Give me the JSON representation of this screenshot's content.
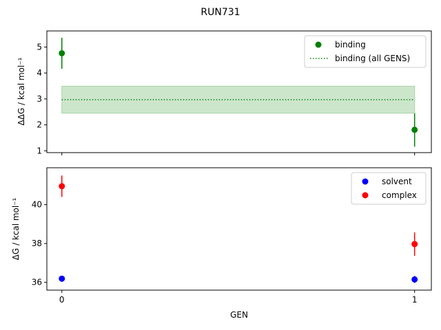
{
  "figure": {
    "title": "RUN731",
    "xlabel": "GEN",
    "xlim": [
      -0.0425,
      1.0475
    ],
    "xticks": [
      0,
      1
    ]
  },
  "chart_data": [
    {
      "type": "scatter",
      "ylabel": "ΔΔG / kcal mol⁻¹",
      "ylim": [
        0.93,
        5.62
      ],
      "yticks": [
        1,
        2,
        3,
        4,
        5
      ],
      "grid": false,
      "legend_position": "top-right",
      "series": [
        {
          "name": "binding",
          "kind": "points",
          "color": "#008000",
          "x": [
            0,
            1
          ],
          "y": [
            4.76,
            1.81
          ],
          "yerr": [
            0.6,
            0.65
          ]
        },
        {
          "name": "binding (all GENS)",
          "kind": "hline-dotted",
          "color": "#008000",
          "x_range": [
            0,
            1
          ],
          "y": 2.97,
          "band": [
            2.45,
            3.49
          ],
          "band_color": "#cce6cc"
        }
      ]
    },
    {
      "type": "scatter",
      "ylabel": "ΔG / kcal mol⁻¹",
      "ylim": [
        35.6,
        41.9
      ],
      "yticks": [
        36,
        38,
        40
      ],
      "grid": false,
      "legend_position": "top-right",
      "series": [
        {
          "name": "solvent",
          "kind": "points",
          "color": "#0000ff",
          "x": [
            0,
            1
          ],
          "y": [
            36.19,
            36.15
          ],
          "yerr": [
            0.15,
            0.18
          ]
        },
        {
          "name": "complex",
          "kind": "points",
          "color": "#ff0000",
          "x": [
            0,
            1
          ],
          "y": [
            40.95,
            37.97
          ],
          "yerr": [
            0.55,
            0.6
          ]
        }
      ]
    }
  ]
}
